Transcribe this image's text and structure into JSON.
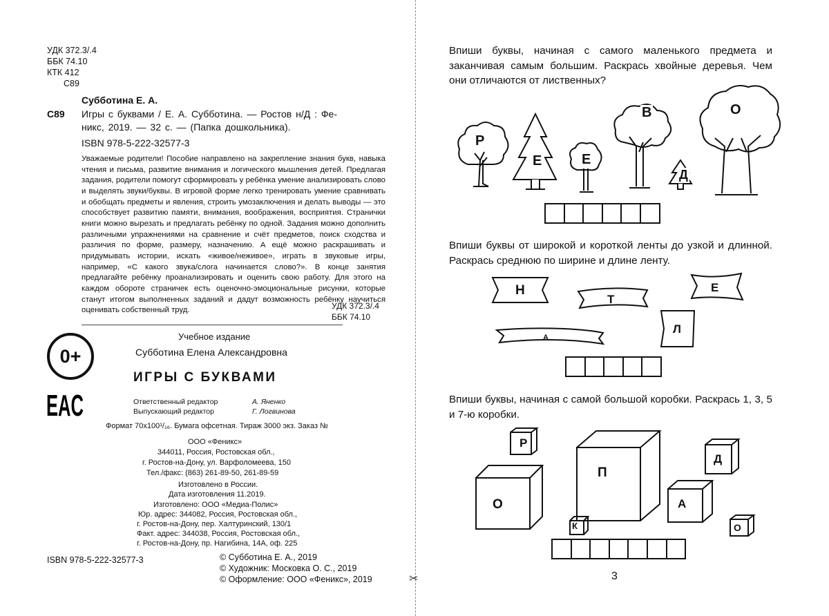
{
  "left_page": {
    "udk": "УДК  372.3/.4",
    "bbk": "ББК  74.10",
    "ktk": "КТК  412",
    "c89_top": "С89",
    "author": "Субботина Е. А.",
    "c89_label": "С89",
    "bib_line1": "Игры с буквами / Е. А. Субботина. — Ростов н/Д : Фе-",
    "bib_line2": "никс, 2019. — 32 с. — (Папка дошкольника).",
    "isbn_top": "ISBN  978-5-222-32577-3",
    "annotation": "Уважаемые родители! Пособие направлено на закрепление знания букв, навыка чтения и письма, развитие внимания и логического мышления детей. Предлагая задания, родители помогут сформировать у ребёнка умение анализировать слово и выделять звуки/буквы. В игровой форме легко тренировать умение сравнивать и обобщать предметы и явления, строить умозаключения и делать выводы — это способствует развитию памяти, внимания, воображения, восприятия. Странички книги можно вырезать и предлагать ребёнку по одной. Задания можно дополнить различными упражнениями на сравнение и счёт предметов, поиск сходства и различия по форме, размеру, назначению. А ещё можно раскрашивать и придумывать истории, искать «живое/неживое», играть в звуковые игры, например, «С какого звука/слога начинается слово?». В конце занятия предлагайте ребёнку проанализировать и оценить свою работу. Для этого на каждом обороте страничек есть оценочно-эмоциональные рисунки, которые станут итогом выполненных заданий и дадут возможность ребёнку научиться оценивать собственный труд.",
    "udk_right": "УДК  372.3/.4",
    "bbk_right": "ББК  74.10",
    "age_badge": "0+",
    "eac_mark": "EAC",
    "edition_type": "Учебное издание",
    "author_full": "Субботина Елена Александровна",
    "book_title": "ИГРЫ  С  БУКВАМИ",
    "editor_label": "Ответственный редактор",
    "editor_name": "А. Яненко",
    "release_label": "Выпускающий редактор",
    "release_name": "Г. Логвинова",
    "format_line": "Формат 70x100¹/₁₆. Бумага офсетная. Тираж 3000 экз. Заказ №",
    "publisher": "ООО «Феникс»",
    "pub_addr1": "344011, Россия, Ростовская обл.,",
    "pub_addr2": "г. Ростов-на-Дону, ул. Варфоломеева, 150",
    "pub_phone": "Тел./факс: (863) 261-89-50, 261-89-59",
    "made_in": "Изготовлено в России.",
    "made_date": "Дата изготовления 11.2019.",
    "printer": "Изготовлено: ООО «Медиа-Полис»",
    "printer_addr1": "Юр. адрес: 344082, Россия, Ростовская обл.,",
    "printer_addr2": "г. Ростов-на-Дону, пер. Халтуринский, 130/1",
    "printer_addr3": "Факт. адрес: 344038, Россия, Ростовская обл.,",
    "printer_addr4": "г. Ростов-на-Дону, пр. Нагибина, 14А, оф. 225",
    "isbn_bottom": "ISBN  978-5-222-32577-3",
    "copyright1": "©  Субботина  Е. А.,  2019",
    "copyright2": "©  Художник:  Московка  О. С.,  2019",
    "copyright3": "©  Оформление:  ООО  «Феникс»,  2019"
  },
  "right_page": {
    "task1_text": "Впиши буквы, начиная с самого маленького предмета и заканчивая самым большим. Раскрась хвойные деревья. Чем они отличаются от лиственных?",
    "task1_letters": [
      "Р",
      "Е",
      "Е",
      "В",
      "Д",
      "О"
    ],
    "task2_text": "Впиши буквы от широкой и короткой ленты до узкой и длинной. Раскрась среднюю по ширине и длине ленту.",
    "task2_letters": [
      "Н",
      "Т",
      "Е",
      "Л",
      "А"
    ],
    "task3_text": "Впиши буквы, начиная с самой большой коробки. Раскрась 1, 3, 5 и 7-ю коробки.",
    "task3_letters": [
      "Р",
      "П",
      "Д",
      "О",
      "А",
      "К",
      "О"
    ],
    "page_number": "3"
  }
}
